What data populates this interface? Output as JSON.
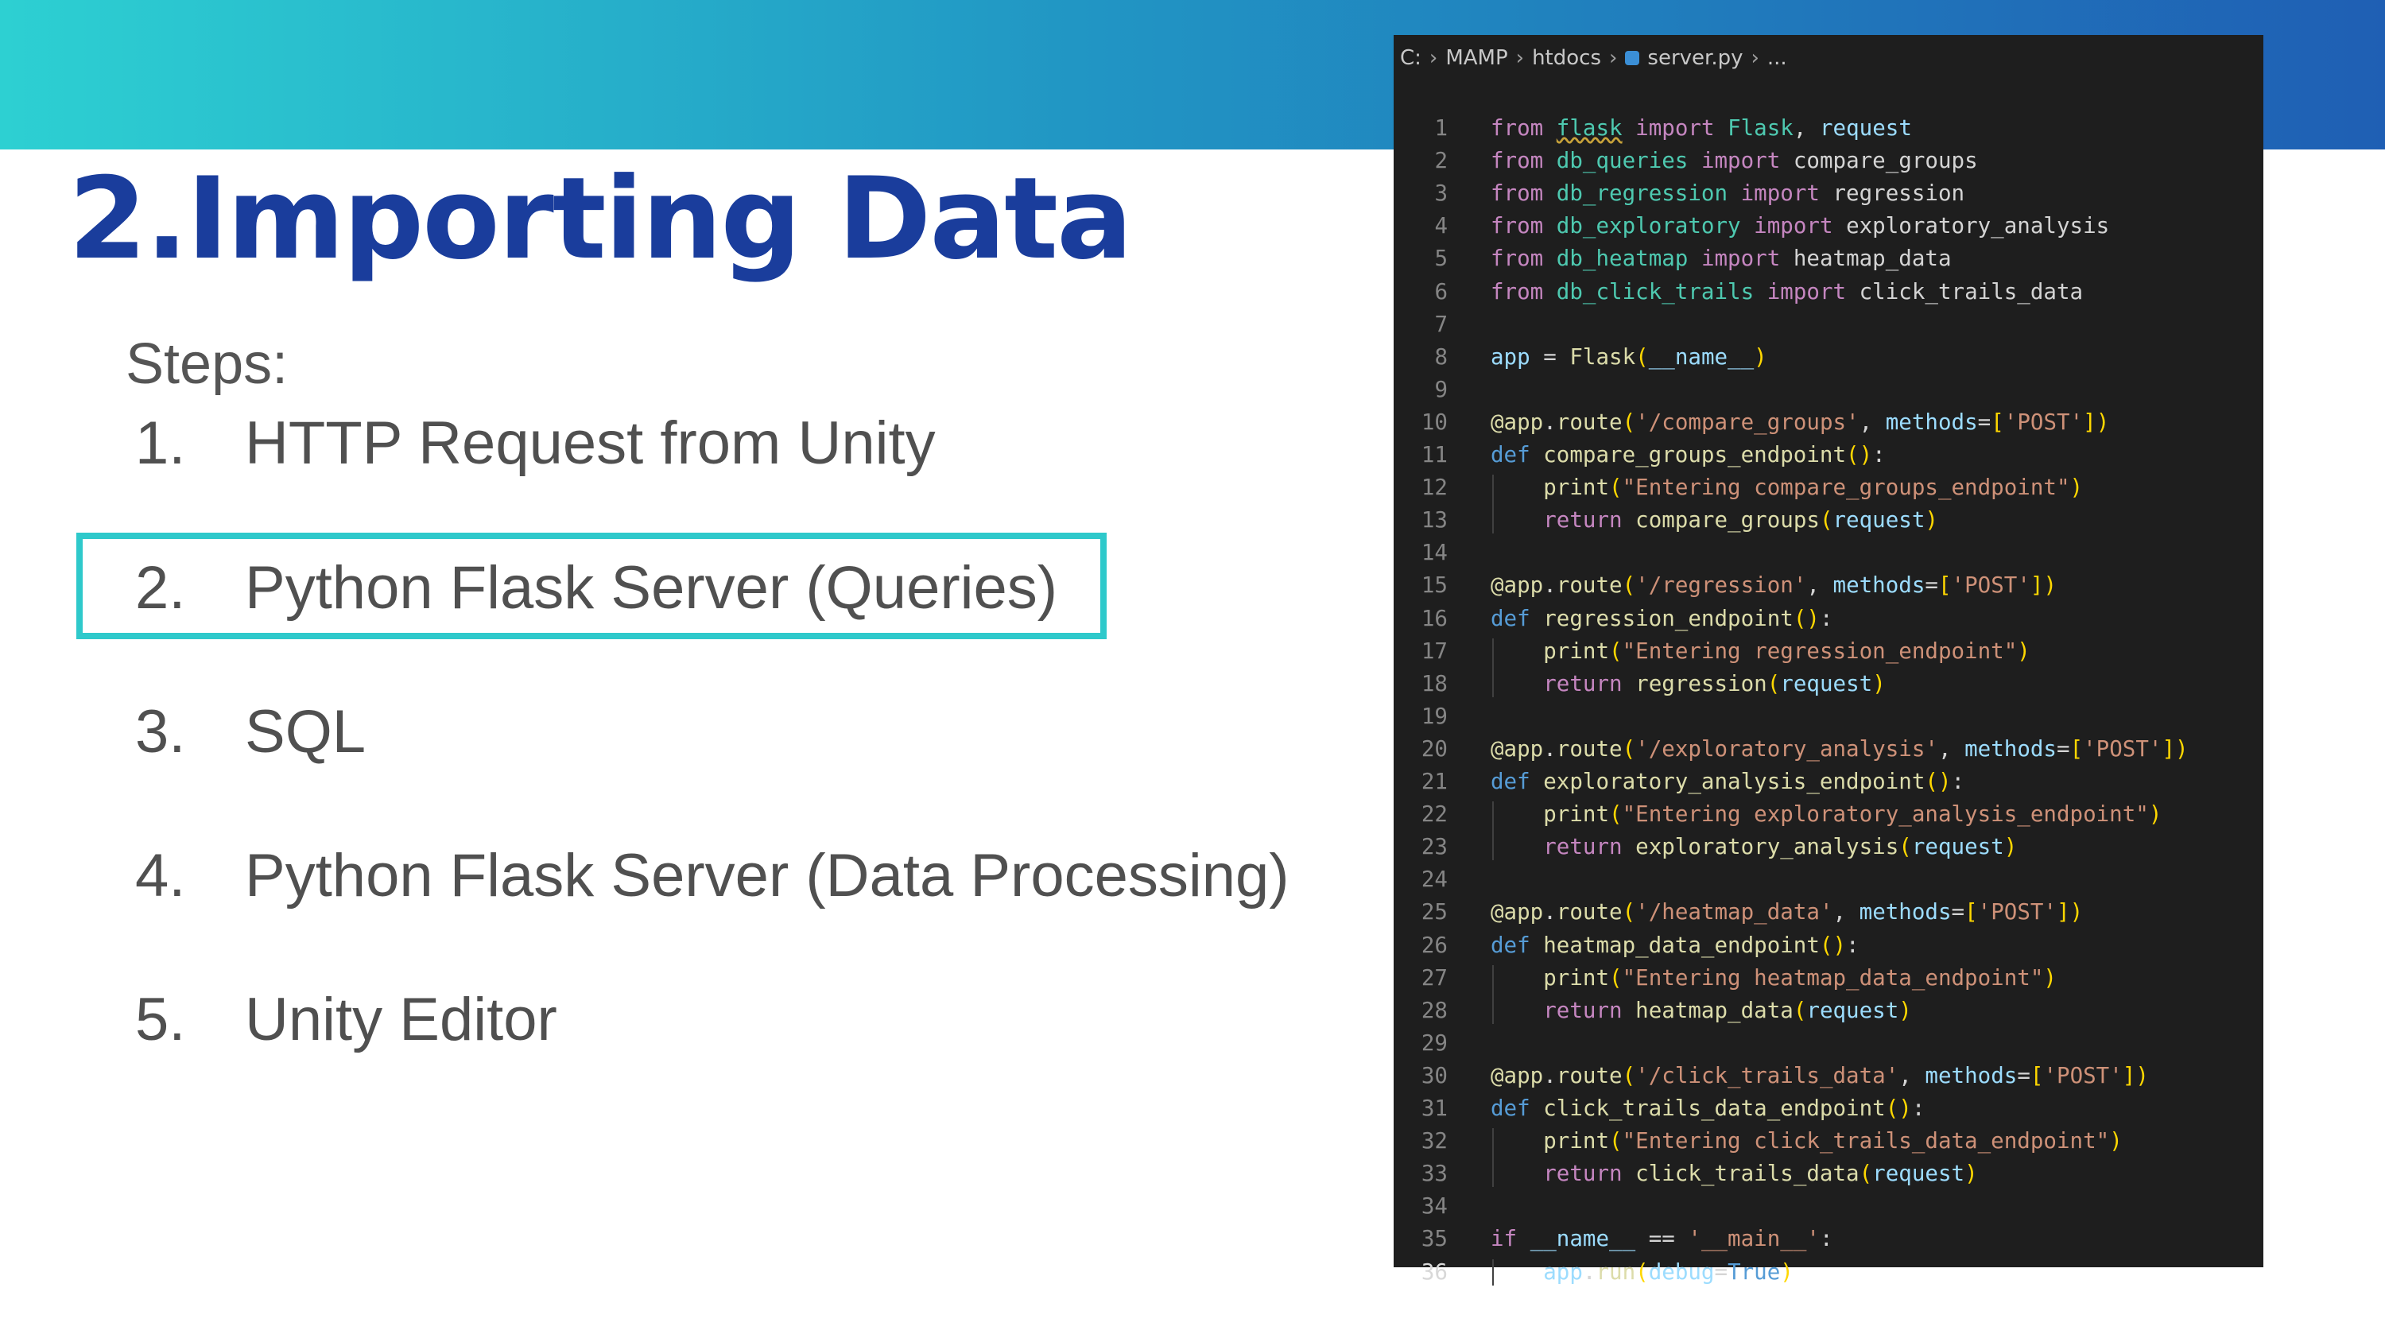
{
  "slide": {
    "title": "2.Importing Data",
    "steps_label": "Steps:",
    "steps": [
      {
        "num": "1.",
        "label": "HTTP Request from Unity"
      },
      {
        "num": "2.",
        "label": "Python Flask Server (Queries)"
      },
      {
        "num": "3.",
        "label": "SQL"
      },
      {
        "num": "4.",
        "label": "Python Flask Server (Data Processing)"
      },
      {
        "num": "5.",
        "label": "Unity Editor"
      }
    ],
    "highlighted_step": 2
  },
  "editor": {
    "breadcrumb": [
      "C:",
      "MAMP",
      "htdocs",
      "server.py",
      "..."
    ],
    "file_icon": "python-file-icon",
    "active_line": 36,
    "lines": [
      "from flask import Flask, request",
      "from db_queries import compare_groups",
      "from db_regression import regression",
      "from db_exploratory import exploratory_analysis",
      "from db_heatmap import heatmap_data",
      "from db_click_trails import click_trails_data",
      "",
      "app = Flask(__name__)",
      "",
      "@app.route('/compare_groups', methods=['POST'])",
      "def compare_groups_endpoint():",
      "    print(\"Entering compare_groups_endpoint\")",
      "    return compare_groups(request)",
      "",
      "@app.route('/regression', methods=['POST'])",
      "def regression_endpoint():",
      "    print(\"Entering regression_endpoint\")",
      "    return regression(request)",
      "",
      "@app.route('/exploratory_analysis', methods=['POST'])",
      "def exploratory_analysis_endpoint():",
      "    print(\"Entering exploratory_analysis_endpoint\")",
      "    return exploratory_analysis(request)",
      "",
      "@app.route('/heatmap_data', methods=['POST'])",
      "def heatmap_data_endpoint():",
      "    print(\"Entering heatmap_data_endpoint\")",
      "    return heatmap_data(request)",
      "",
      "@app.route('/click_trails_data', methods=['POST'])",
      "def click_trails_data_endpoint():",
      "    print(\"Entering click_trails_data_endpoint\")",
      "    return click_trails_data(request)",
      "",
      "if __name__ == '__main__':",
      "    app.run(debug=True)"
    ]
  },
  "colors": {
    "title": "#1a3d9c",
    "banner_start": "#2dd0d2",
    "banner_end": "#1f5fb4",
    "highlight_border": "#2ec9cb",
    "editor_bg": "#1e1e1e"
  }
}
